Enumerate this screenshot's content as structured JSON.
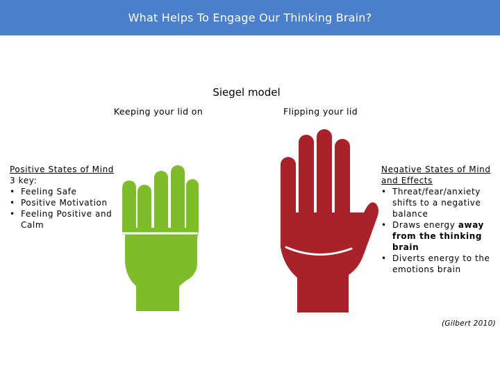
{
  "header": {
    "title": "What Helps To Engage Our Thinking Brain?"
  },
  "model": {
    "title": "Siegel model",
    "left_caption": "Keeping your lid on",
    "right_caption": "Flipping your lid"
  },
  "left_panel": {
    "heading": "Positive States of Mind",
    "intro": "3 key:",
    "items": [
      "Feeling Safe",
      "Positive Motivation",
      "Feeling Positive and Calm"
    ]
  },
  "right_panel": {
    "heading": "Negative States of Mind and Effects",
    "items": [
      {
        "text": "Threat/fear/anxiety shifts to a negative balance",
        "bold": ""
      },
      {
        "pre": "Draws energy ",
        "bold": "away from the thinking brain"
      },
      {
        "text": "Diverts energy to the emotions brain",
        "bold": ""
      }
    ]
  },
  "citation": "(Gilbert 2010)",
  "colors": {
    "header_bg": "#4a7fcb",
    "green_hand": "#7dbd2a",
    "red_hand": "#aa2229"
  },
  "icons": {
    "left_image": "fist-icon",
    "right_image": "open-hand-icon"
  }
}
